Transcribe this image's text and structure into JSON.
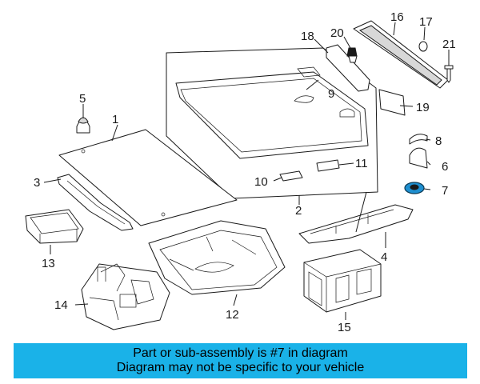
{
  "diagram": {
    "callouts": [
      {
        "id": "1",
        "label": "1"
      },
      {
        "id": "2",
        "label": "2"
      },
      {
        "id": "3",
        "label": "3"
      },
      {
        "id": "4",
        "label": "4"
      },
      {
        "id": "5",
        "label": "5"
      },
      {
        "id": "6",
        "label": "6"
      },
      {
        "id": "7",
        "label": "7"
      },
      {
        "id": "8",
        "label": "8"
      },
      {
        "id": "9",
        "label": "9"
      },
      {
        "id": "10",
        "label": "10"
      },
      {
        "id": "11",
        "label": "11"
      },
      {
        "id": "12",
        "label": "12"
      },
      {
        "id": "13",
        "label": "13"
      },
      {
        "id": "14",
        "label": "14"
      },
      {
        "id": "15",
        "label": "15"
      },
      {
        "id": "16",
        "label": "16"
      },
      {
        "id": "17",
        "label": "17"
      },
      {
        "id": "18",
        "label": "18"
      },
      {
        "id": "19",
        "label": "19"
      },
      {
        "id": "20",
        "label": "20"
      },
      {
        "id": "21",
        "label": "21"
      }
    ],
    "highlighted_part": "7",
    "highlight_color": "#1e8fd0"
  },
  "banner": {
    "line1": "Part or sub-assembly is #7 in diagram",
    "line2": "Diagram may not be specific to your vehicle",
    "background": "#1ab2e8"
  }
}
